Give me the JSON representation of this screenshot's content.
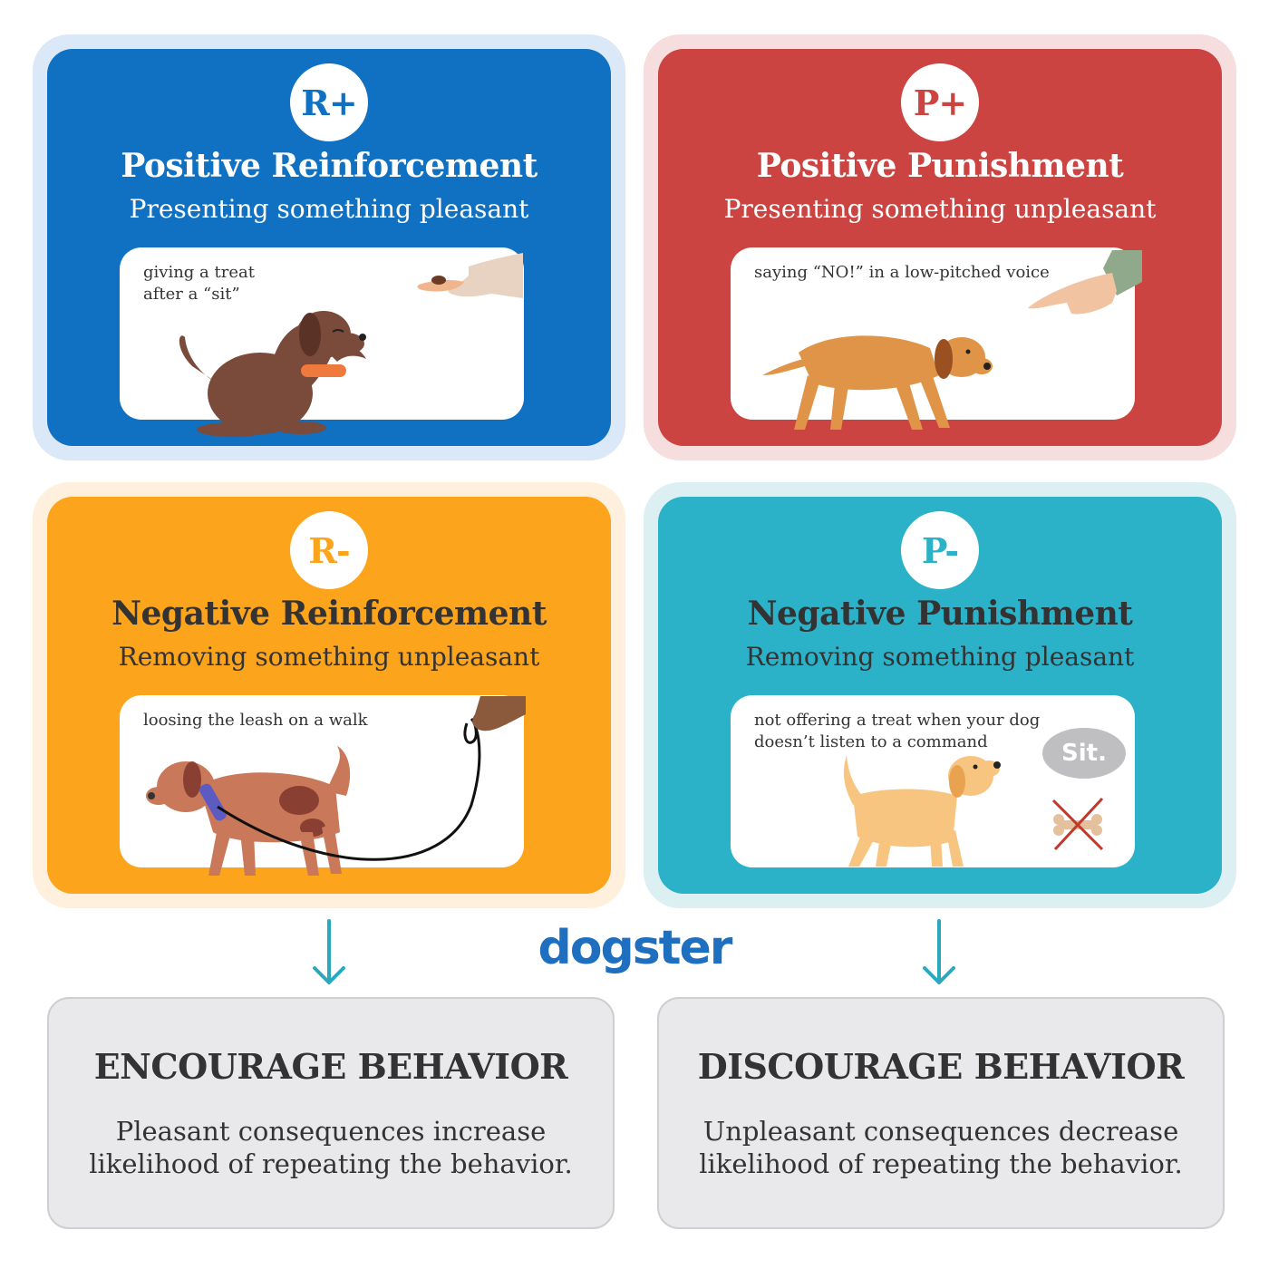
{
  "quadrants": [
    {
      "badge": "R+",
      "title": "Positive Reinforcement",
      "subtitle": "Presenting something pleasant",
      "caption": "giving a treat\nafter a “sit”"
    },
    {
      "badge": "P+",
      "title": "Positive Punishment",
      "subtitle": "Presenting something unpleasant",
      "caption": "saying “NO!” in a low-pitched voice"
    },
    {
      "badge": "R-",
      "title": "Negative Reinforcement",
      "subtitle": "Removing something unpleasant",
      "caption": "loosing the leash on a walk"
    },
    {
      "badge": "P-",
      "title": "Negative Punishment",
      "subtitle": "Removing something pleasant",
      "caption": "not offering a treat when your dog\ndoesn’t listen to a command",
      "bubble": "Sit."
    }
  ],
  "logo": "dogster",
  "outcomes": [
    {
      "title": "ENCOURAGE BEHAVIOR",
      "text": "Pleasant consequences increase likelihood of repeating the behavior."
    },
    {
      "title": "DISCOURAGE BEHAVIOR",
      "text": "Unpleasant consequences decrease likelihood of repeating the behavior."
    }
  ],
  "colors": {
    "rplus": "#1071c2",
    "pplus": "#cc4441",
    "rminus": "#fca41c",
    "pminus": "#2bb2c8",
    "outcome_bg": "#e9e9eb",
    "text_dark": "#333333"
  }
}
